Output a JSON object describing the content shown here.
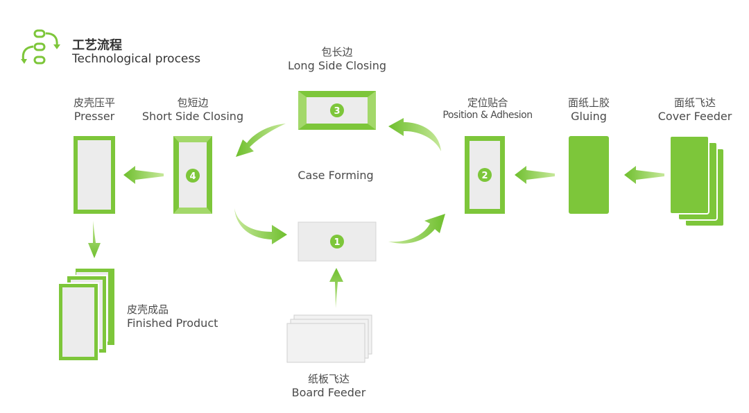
{
  "header": {
    "icon": "process-flow-icon",
    "title_cn": "工艺流程",
    "title_en": "Technological process"
  },
  "colors": {
    "green": "#7dc63a",
    "green_light": "#c6e89a",
    "box_fill": "#ececec",
    "text": "#4a4a4a"
  },
  "center_label": "Case Forming",
  "steps": {
    "step1": {
      "number": "1"
    },
    "step2": {
      "number": "2",
      "cn": "定位贴合",
      "en": "Position & Adhesion"
    },
    "step3": {
      "number": "3",
      "cn": "包长边",
      "en": "Long Side Closing"
    },
    "step4": {
      "number": "4",
      "cn": "包短边",
      "en": "Short Side Closing"
    },
    "presser": {
      "cn": "皮壳压平",
      "en": "Presser"
    },
    "finished": {
      "cn": "皮壳成品",
      "en": "Finished Product"
    },
    "gluing": {
      "cn": "面纸上胶",
      "en": "Gluing"
    },
    "cover_feeder": {
      "cn": "面纸飞达",
      "en": "Cover Feeder"
    },
    "board_feeder": {
      "cn": "纸板飞达",
      "en": "Board Feeder"
    }
  }
}
